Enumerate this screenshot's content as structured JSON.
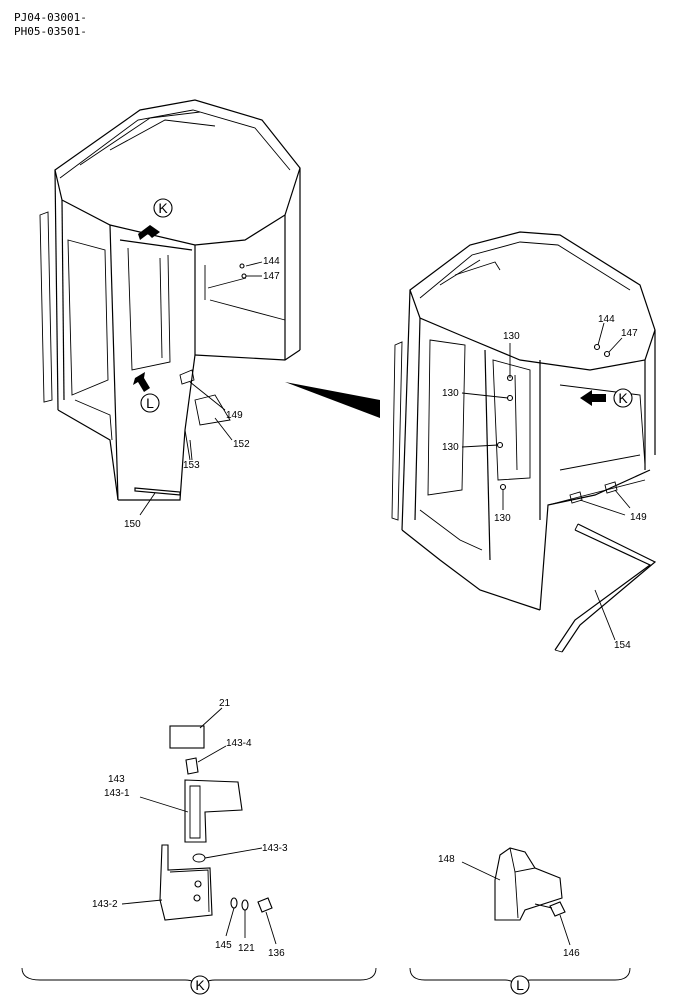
{
  "header": {
    "line1": "PJ04-03001-",
    "line2": "PH05-03501-"
  },
  "callouts": {
    "view_k": "K",
    "view_l": "L"
  },
  "parts": {
    "p144_a": "144",
    "p147_a": "147",
    "p149_a": "149",
    "p152": "152",
    "p153": "153",
    "p150": "150",
    "p130_a": "130",
    "p130_b": "130",
    "p130_c": "130",
    "p130_d": "130",
    "p144_b": "144",
    "p147_b": "147",
    "p149_b": "149",
    "p154": "154",
    "p21": "21",
    "p143_4": "143-4",
    "p143": "143",
    "p143_1": "143-1",
    "p143_3": "143-3",
    "p143_2": "143-2",
    "p145": "145",
    "p121": "121",
    "p136": "136",
    "p148": "148",
    "p146": "146"
  },
  "detail_groups": {
    "left_label": "K",
    "right_label": "L"
  }
}
